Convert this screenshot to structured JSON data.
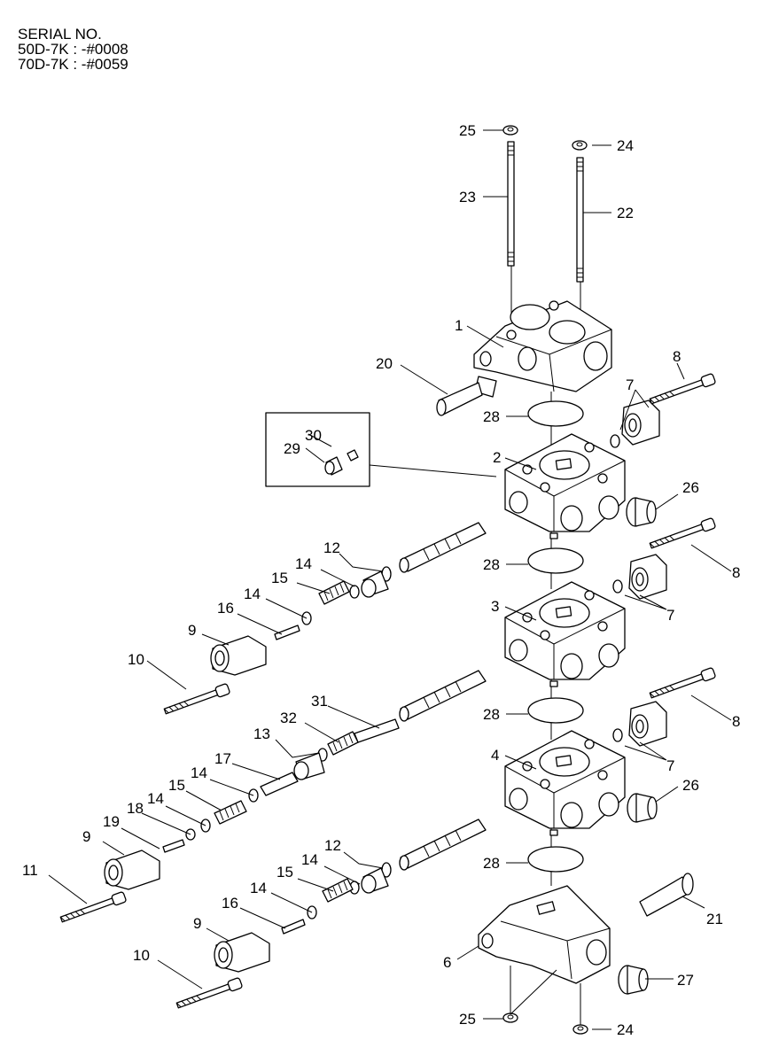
{
  "header": {
    "line1": "SERIAL NO.",
    "line2": "50D-7K : -#0008",
    "line3": "70D-7K : -#0059"
  },
  "callouts": {
    "c1": "1",
    "c2": "2",
    "c3": "3",
    "c4": "4",
    "c6": "6",
    "c7a": "7",
    "c7b": "7",
    "c7c": "7",
    "c8a": "8",
    "c8b": "8",
    "c8c": "8",
    "c9a": "9",
    "c9b": "9",
    "c9c": "9",
    "c10a": "10",
    "c10b": "10",
    "c11": "11",
    "c12a": "12",
    "c12b": "12",
    "c13": "13",
    "c14a": "14",
    "c14b": "14",
    "c14c": "14",
    "c14d": "14",
    "c14e": "14",
    "c14f": "14",
    "c15a": "15",
    "c15b": "15",
    "c15c": "15",
    "c16a": "16",
    "c16b": "16",
    "c17": "17",
    "c18": "18",
    "c19": "19",
    "c20": "20",
    "c21": "21",
    "c22": "22",
    "c23": "23",
    "c24a": "24",
    "c24b": "24",
    "c25a": "25",
    "c25b": "25",
    "c26a": "26",
    "c26b": "26",
    "c27": "27",
    "c28a": "28",
    "c28b": "28",
    "c28c": "28",
    "c28d": "28",
    "c29": "29",
    "c30": "30",
    "c31": "31",
    "c32": "32"
  }
}
